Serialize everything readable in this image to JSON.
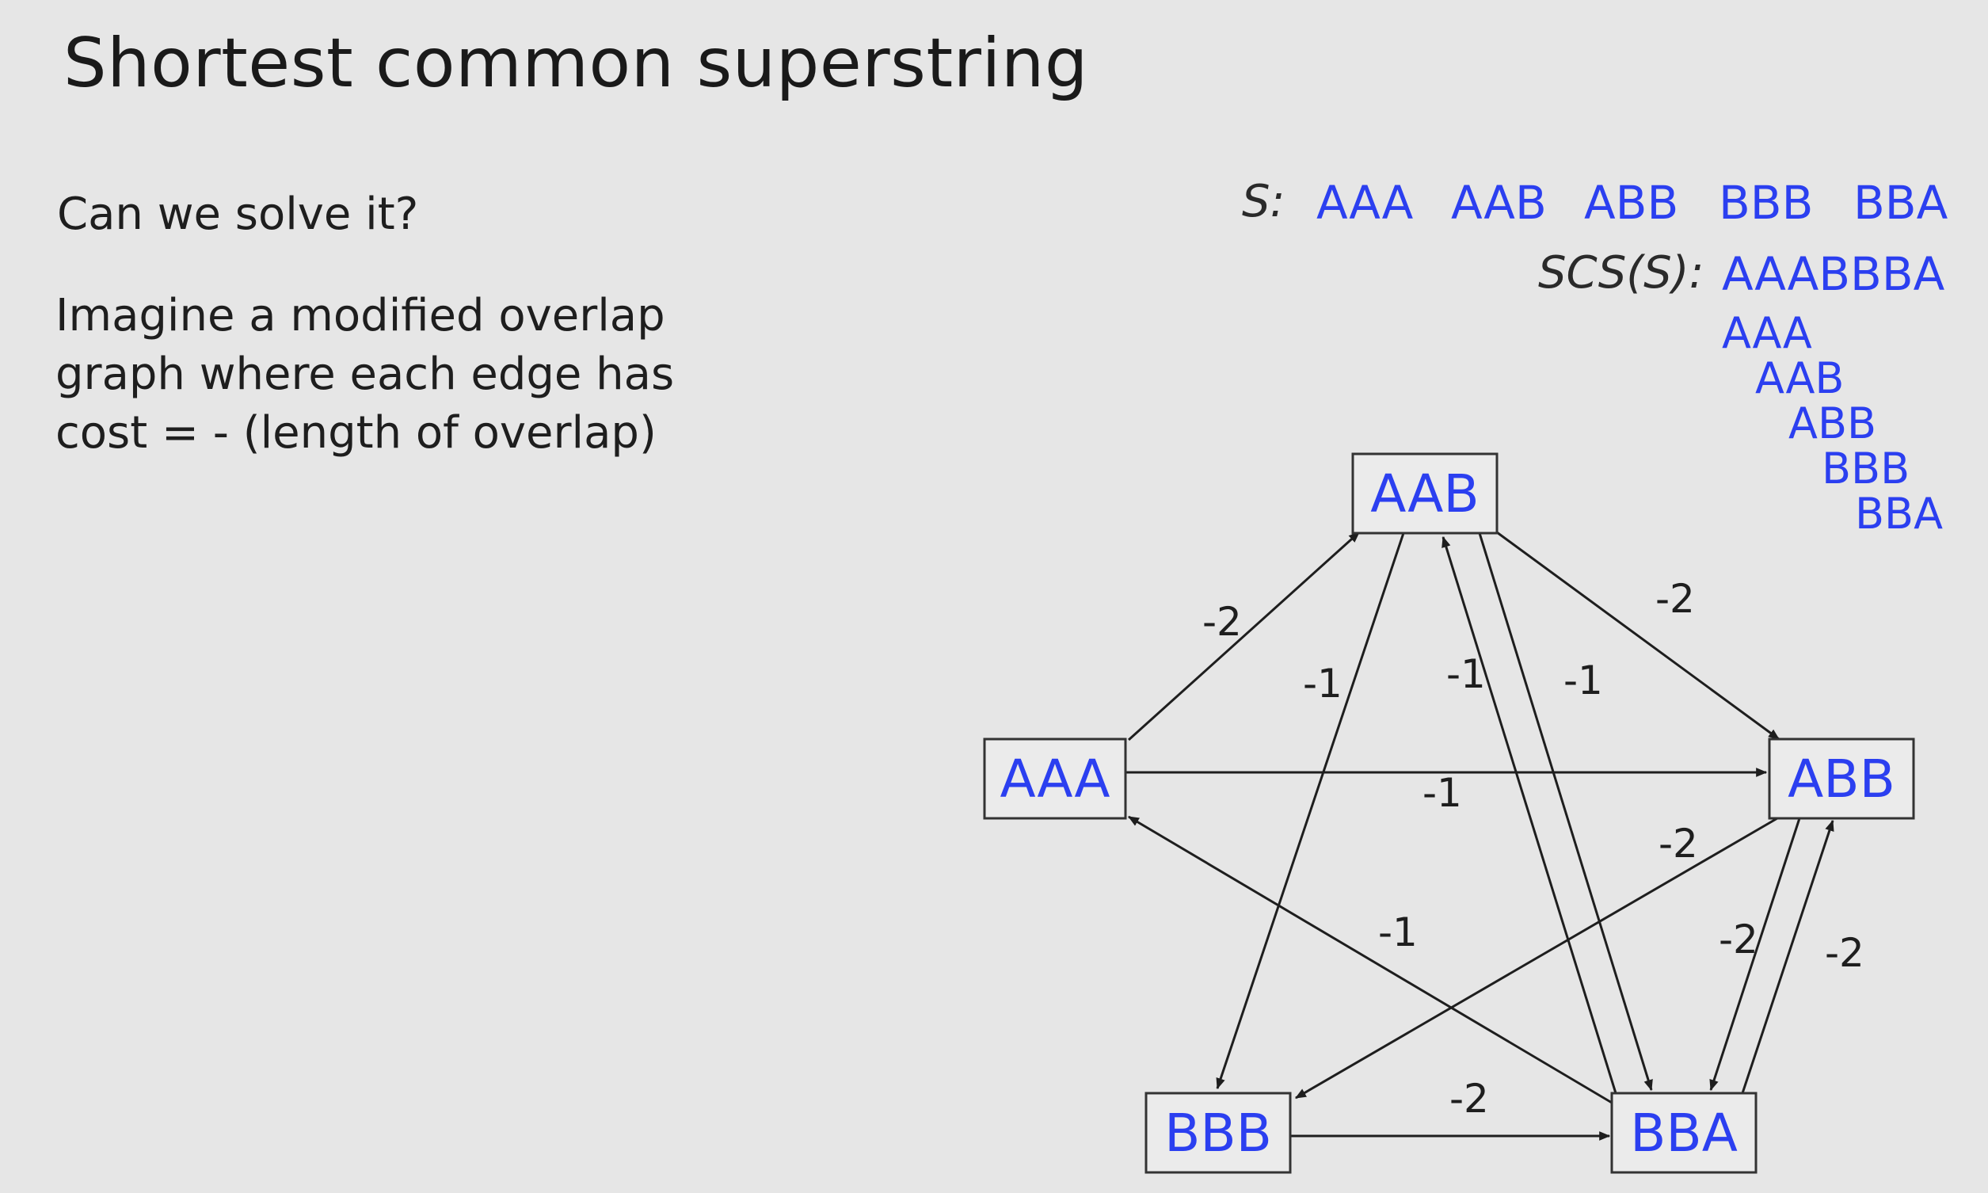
{
  "title": "Shortest common superstring",
  "question": "Can we solve it?",
  "description": [
    "Imagine a modified overlap",
    "graph where each edge has",
    "cost = - (length of overlap)"
  ],
  "set_label": "S:",
  "set_items": [
    "AAA",
    "AAB",
    "ABB",
    "BBB",
    "BBA"
  ],
  "scs_label": "SCS(S):",
  "scs_value": "AAABBBA",
  "alignment": [
    "AAA",
    "AAB",
    "ABB",
    "BBB",
    "BBA"
  ],
  "graph": {
    "nodes": [
      {
        "id": "AAA",
        "label": "AAA"
      },
      {
        "id": "AAB",
        "label": "AAB"
      },
      {
        "id": "ABB",
        "label": "ABB"
      },
      {
        "id": "BBB",
        "label": "BBB"
      },
      {
        "id": "BBA",
        "label": "BBA"
      }
    ],
    "edges": [
      {
        "from": "AAA",
        "to": "AAB",
        "label": "-2"
      },
      {
        "from": "AAA",
        "to": "ABB",
        "label": "-1"
      },
      {
        "from": "AAB",
        "to": "ABB",
        "label": "-2"
      },
      {
        "from": "AAB",
        "to": "BBB",
        "label": "-1"
      },
      {
        "from": "AAB",
        "to": "BBA",
        "label": "-1"
      },
      {
        "from": "BBA",
        "to": "AAB",
        "label": "-1"
      },
      {
        "from": "ABB",
        "to": "BBB",
        "label": "-2"
      },
      {
        "from": "ABB",
        "to": "BBA",
        "label": "-2"
      },
      {
        "from": "BBA",
        "to": "ABB",
        "label": "-2"
      },
      {
        "from": "BBA",
        "to": "AAA",
        "label": "-1"
      },
      {
        "from": "BBB",
        "to": "BBA",
        "label": "-2"
      }
    ]
  }
}
